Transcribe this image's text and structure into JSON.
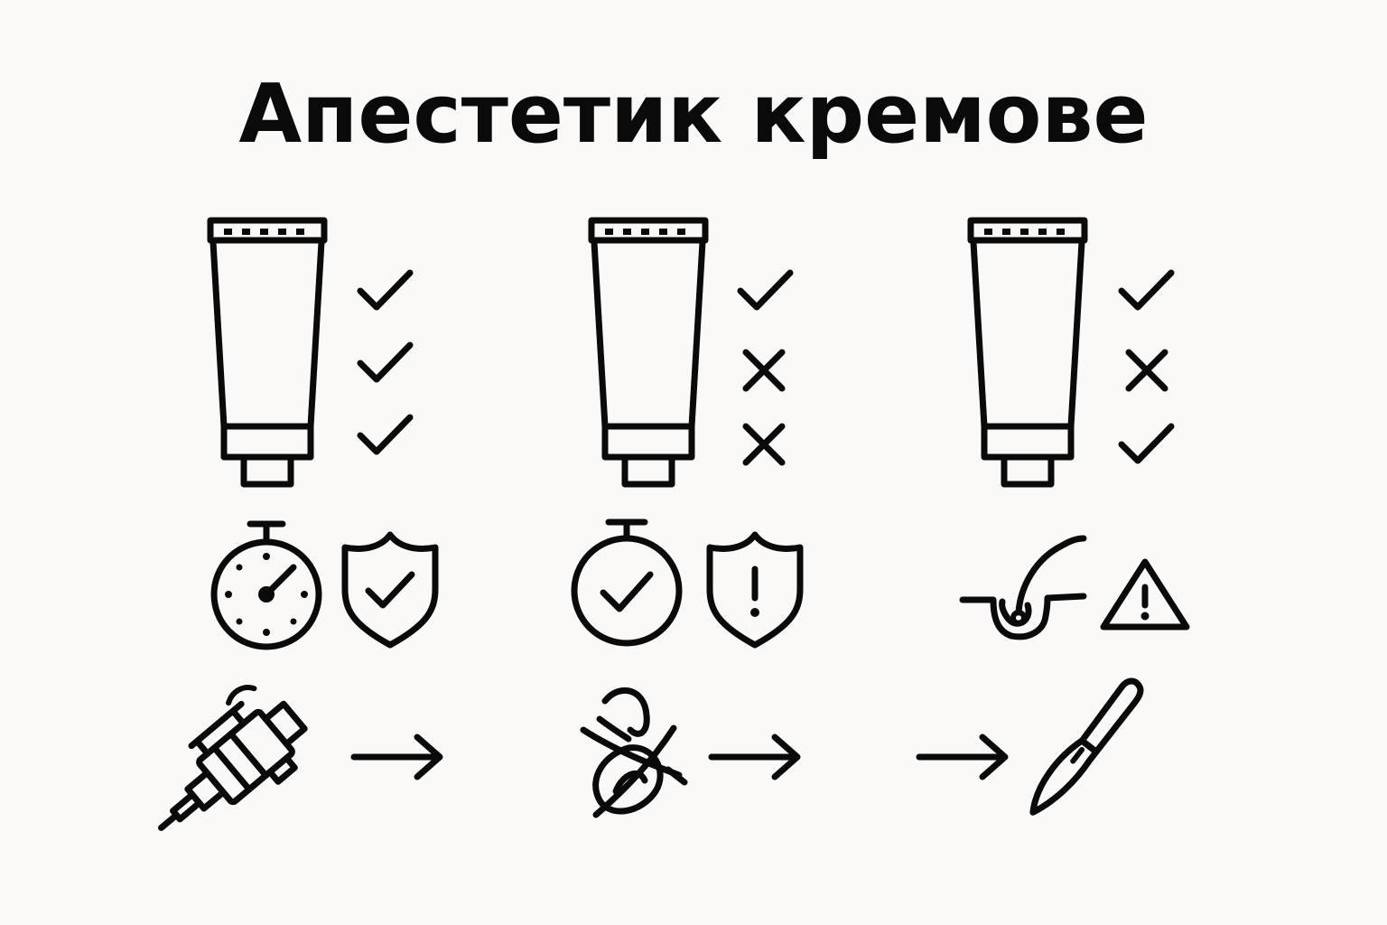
{
  "title": "Апестетик кремове",
  "colors": {
    "ink": "#0a0a0a",
    "background": "#faf9f7"
  },
  "columns": [
    {
      "tube": "tube-icon",
      "marks": [
        "check",
        "check",
        "check"
      ],
      "icons": [
        "stopwatch-icon",
        "shield-check-icon"
      ],
      "procedure": [
        "tattoo-machine-icon",
        "arrow-right-icon"
      ]
    },
    {
      "tube": "tube-icon",
      "marks": [
        "check",
        "cross",
        "cross"
      ],
      "icons": [
        "timer-check-icon",
        "shield-alert-icon"
      ],
      "procedure": [
        "wax-strip-crossed-icon",
        "arrow-right-icon"
      ]
    },
    {
      "tube": "tube-icon",
      "marks": [
        "check",
        "cross",
        "check"
      ],
      "icons": [
        "hair-follicle-icon",
        "warning-triangle-icon"
      ],
      "procedure": [
        "arrow-right-icon",
        "scalpel-icon"
      ]
    }
  ]
}
